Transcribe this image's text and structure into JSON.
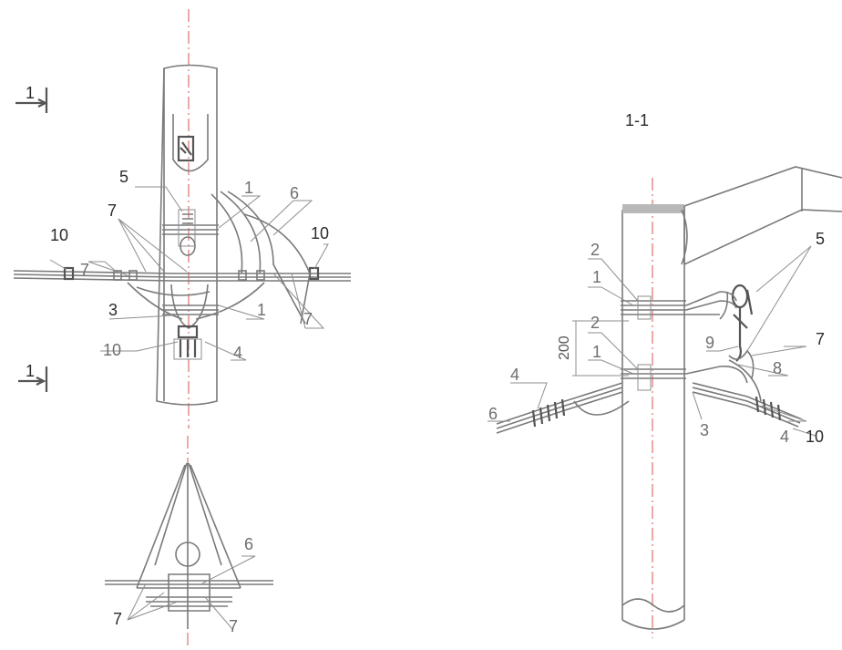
{
  "section_marks": {
    "top": "1",
    "bottom": "1"
  },
  "section_title": "1-1",
  "dimension": "200",
  "front_view_labels": {
    "l5": "5",
    "l1": "1",
    "l6": "6",
    "l7a": "7",
    "l10a": "10",
    "l10b": "10",
    "l7b": "7",
    "l3": "3",
    "l1b": "1",
    "l7c": "7",
    "l10c": "10",
    "l4": "4"
  },
  "plan_view_labels": {
    "l6": "6",
    "l7a": "7",
    "l7b": "7"
  },
  "section_view_labels": {
    "l2a": "2",
    "l1a": "1",
    "l5": "5",
    "l2b": "2",
    "l1b": "1",
    "l9": "9",
    "l7": "7",
    "l8": "8",
    "l4a": "4",
    "l6": "6",
    "l3": "3",
    "l4b": "4",
    "l10": "10"
  }
}
